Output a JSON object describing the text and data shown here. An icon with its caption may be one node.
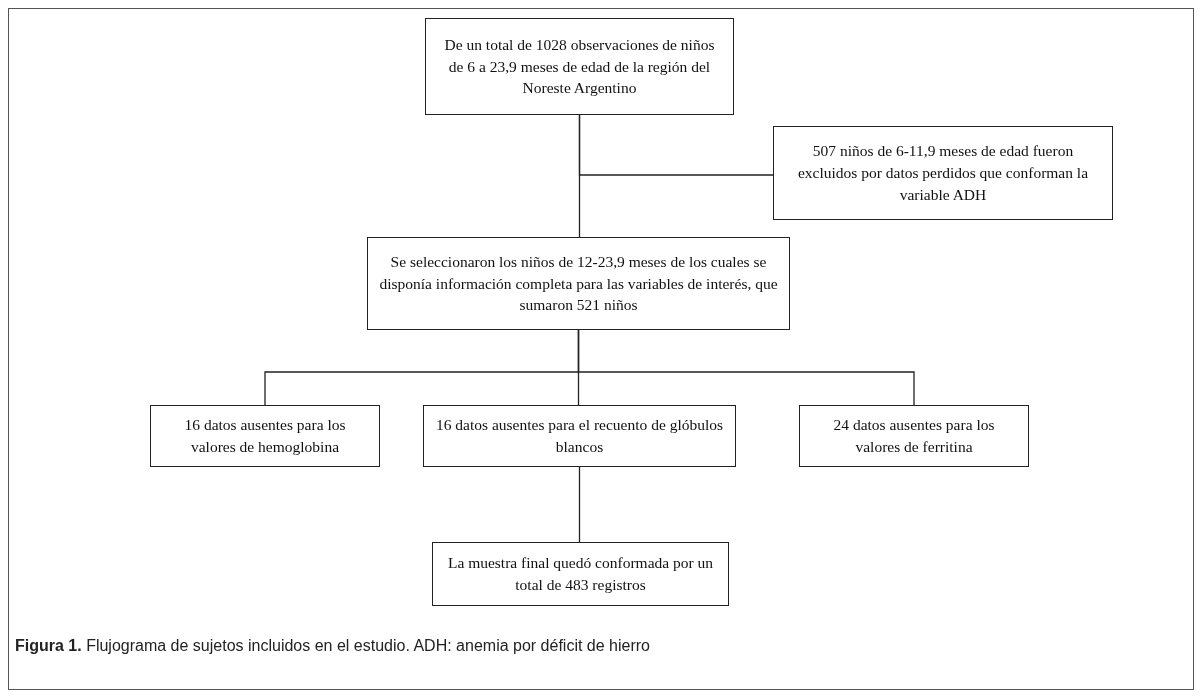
{
  "diagram": {
    "caption": "**Figura 1.** Flujograma de sujetos incluidos en el estudio. ADH: anemia por déficit de hierro",
    "nodes": [
      {
        "text": [
          "De un total de 1028 observaciones de niños de 6 a 23,9 meses de edad de la región del Noreste Argentino"
        ]
      },
      {
        "text": [
          "507 niños de 6-11,9 meses de edad fueron excluidos por datos perdidos que conforman la variable ADH"
        ]
      },
      {
        "text": [
          "Se seleccionaron los niños de 12-23,9 meses de los cuales se disponía información completa para las variables de interés, que sumaron 521 niños"
        ]
      },
      {
        "text": [
          "16 datos ausentes para los valores de hemoglobina"
        ]
      },
      {
        "text": [
          "16 datos ausentes para el recuento de glóbulos blancos"
        ]
      },
      {
        "text": [
          "24 datos ausentes para los valores de ferritina"
        ]
      },
      {
        "text": [
          "La muestra final quedó conformada por un total de 483 registros"
        ]
      }
    ],
    "edges": [
      {
        "from": 0,
        "to": 2,
        "arrow": "none"
      },
      {
        "from": 0,
        "to": 1,
        "arrow": "none"
      },
      {
        "from": 2,
        "to": 3,
        "arrow": "none"
      },
      {
        "from": 2,
        "to": 4,
        "arrow": "none"
      },
      {
        "from": 2,
        "to": 5,
        "arrow": "none"
      },
      {
        "from": 4,
        "to": 6,
        "arrow": "none"
      }
    ]
  }
}
